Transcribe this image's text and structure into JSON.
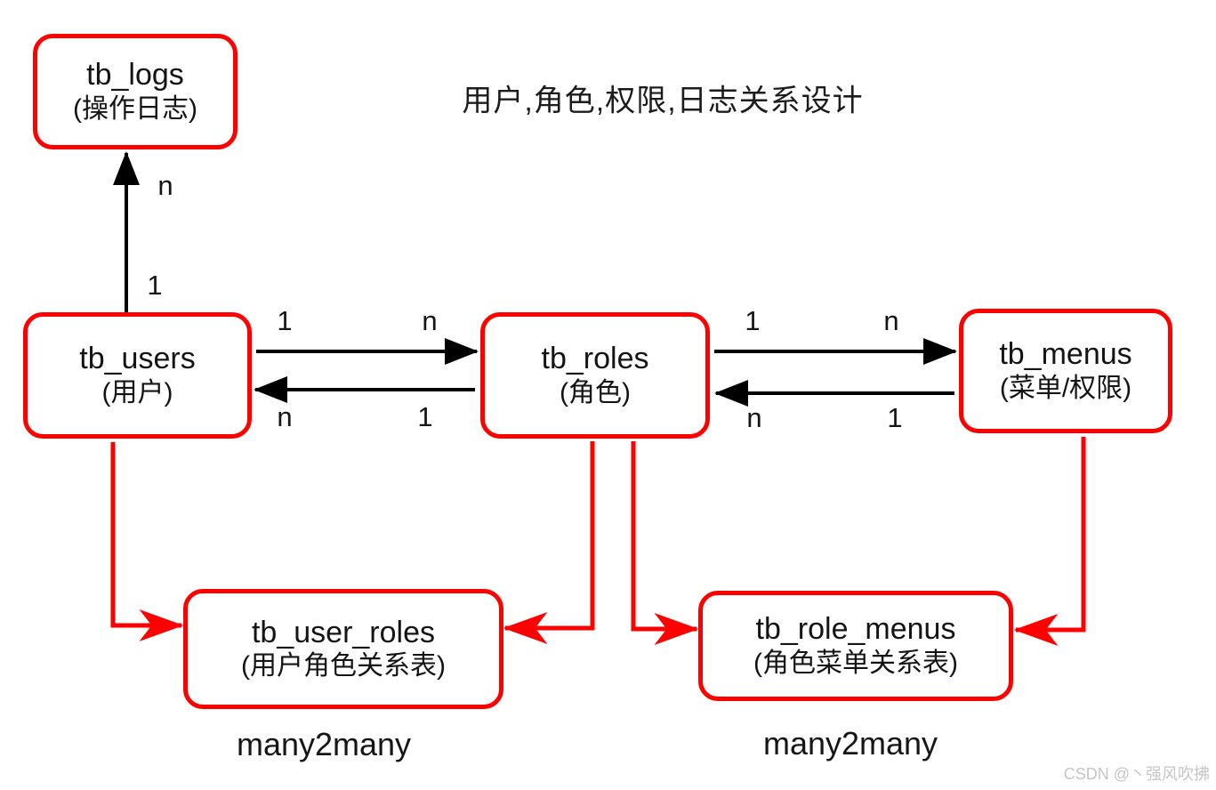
{
  "title": "用户,角色,权限,日志关系设计",
  "watermark": "CSDN @丶强风吹拂",
  "colors": {
    "node_border": "#ff0000",
    "black_edge": "#000000",
    "red_edge": "#ff0000",
    "watermark_text": "#c6c6c6"
  },
  "nodes": [
    {
      "name": "tb_logs",
      "label": "(操作日志)"
    },
    {
      "name": "tb_users",
      "label": "(用户)"
    },
    {
      "name": "tb_roles",
      "label": "(角色)"
    },
    {
      "name": "tb_menus",
      "label": "(菜单/权限)"
    },
    {
      "name": "tb_user_roles",
      "label": "(用户角色关系表)"
    },
    {
      "name": "tb_role_menus",
      "label": "(角色菜单关系表)"
    }
  ],
  "edges": [
    {
      "from": "tb_users",
      "to": "tb_logs",
      "color": "black",
      "from_label": "1",
      "to_label": "n"
    },
    {
      "from": "tb_users",
      "to": "tb_roles",
      "color": "black",
      "from_label": "1",
      "to_label": "n"
    },
    {
      "from": "tb_roles",
      "to": "tb_users",
      "color": "black",
      "from_label": "1",
      "to_label": "n"
    },
    {
      "from": "tb_roles",
      "to": "tb_menus",
      "color": "black",
      "from_label": "1",
      "to_label": "n"
    },
    {
      "from": "tb_menus",
      "to": "tb_roles",
      "color": "black",
      "from_label": "1",
      "to_label": "n"
    },
    {
      "from": "tb_users",
      "to": "tb_user_roles",
      "color": "red"
    },
    {
      "from": "tb_roles",
      "to": "tb_user_roles",
      "color": "red"
    },
    {
      "from": "tb_roles",
      "to": "tb_role_menus",
      "color": "red"
    },
    {
      "from": "tb_menus",
      "to": "tb_role_menus",
      "color": "red"
    }
  ],
  "notes": [
    {
      "text": "many2many"
    },
    {
      "text": "many2many"
    }
  ]
}
